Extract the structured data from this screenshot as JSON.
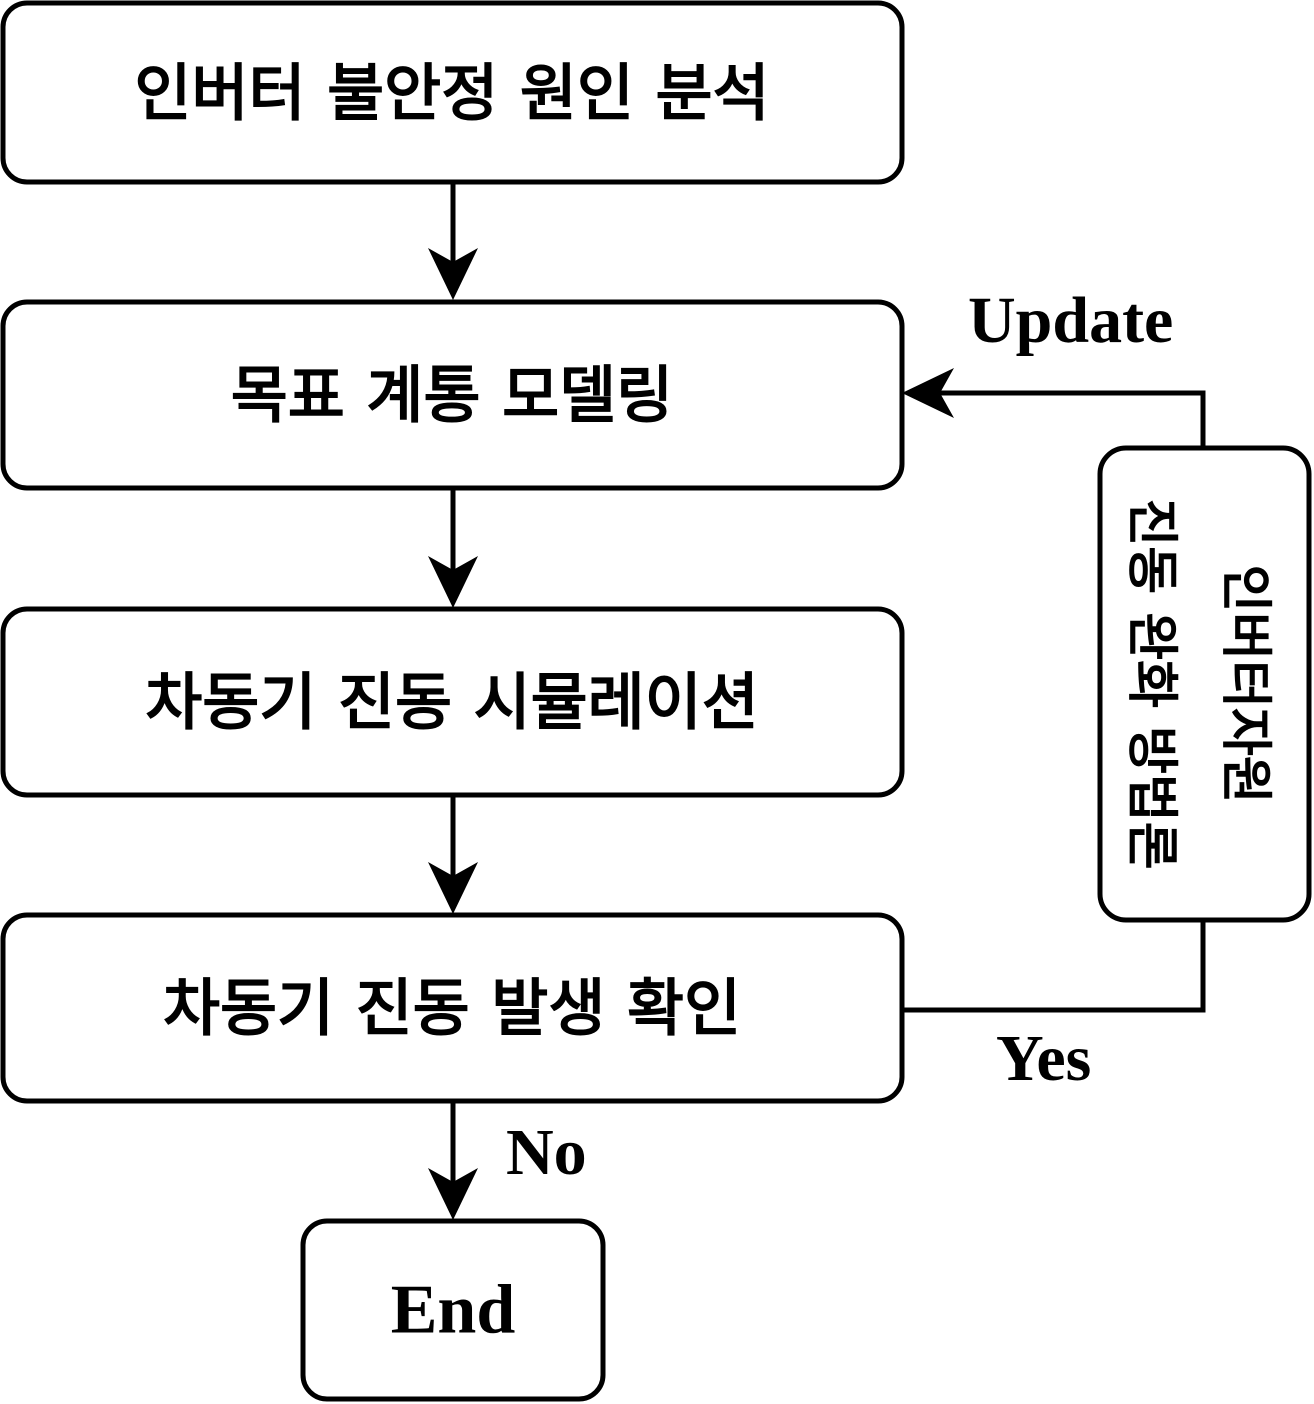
{
  "steps": {
    "analysis": "인버터 불안정 원인 분석",
    "modeling": "목표 계통 모델링",
    "simulation": "차동기 진동 시뮬레이션",
    "check": "차동기 진동 발생 확인",
    "end": "End"
  },
  "side_box": {
    "line1": "인버터자원",
    "line2": "진동 완화 방법론"
  },
  "edges": {
    "update": "Update",
    "yes": "Yes",
    "no": "No"
  },
  "colors": {
    "stroke": "#000000",
    "fill": "#ffffff"
  }
}
